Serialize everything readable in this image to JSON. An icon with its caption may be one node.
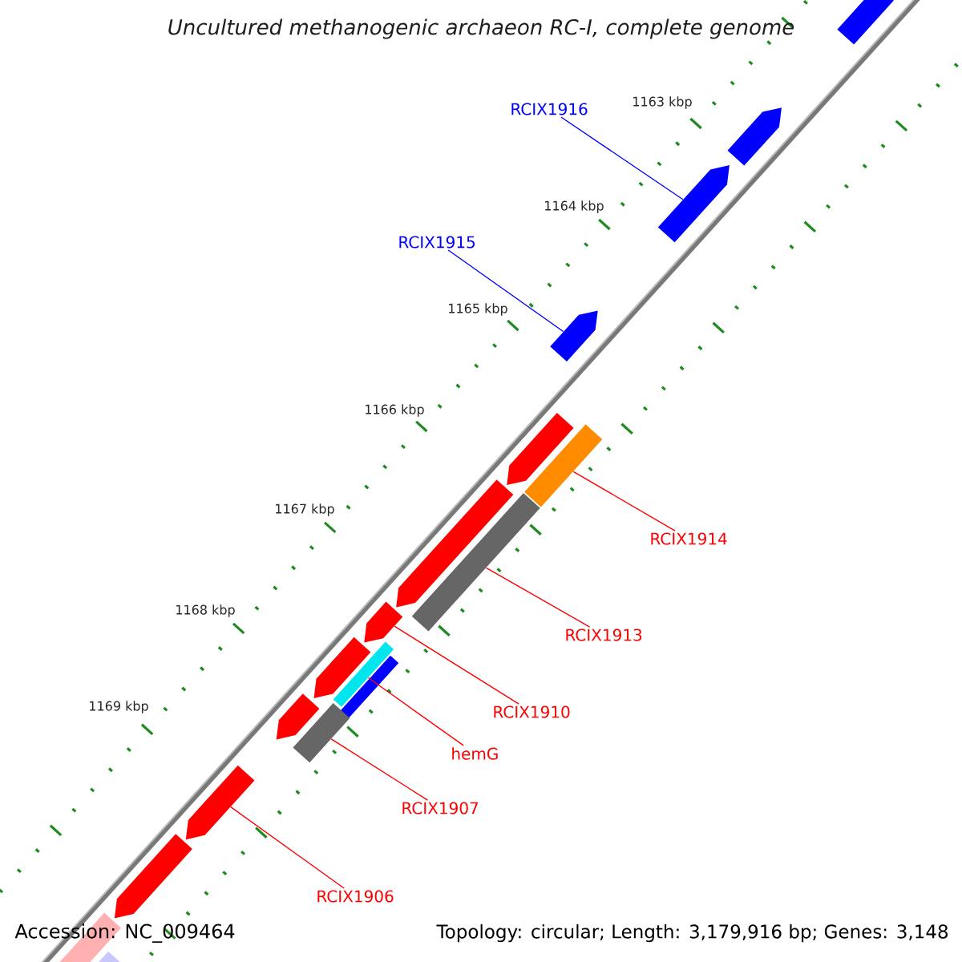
{
  "diagram": {
    "title": "Uncultured methanogenic archaeon RC-I, complete genome",
    "nodes": [
      {
        "text": [],
        "shape": "pentagon"
      },
      {
        "text": [
          "RCIX1916"
        ]
      },
      {
        "text": [],
        "shape": "pentagon"
      },
      {
        "text": [],
        "shape": "pentagon"
      },
      {
        "text": [
          "RCIX1915"
        ]
      },
      {
        "text": [],
        "shape": "pentagon"
      },
      {
        "text": [],
        "shape": "pentagon"
      },
      {
        "text": [],
        "shape": "bar"
      },
      {
        "text": [],
        "shape": "pentagon"
      },
      {
        "text": [],
        "shape": "bar"
      },
      {
        "text": [
          "RCIX1914"
        ]
      },
      {
        "text": [],
        "shape": "pentagon"
      },
      {
        "text": [
          "RCIX1913"
        ]
      },
      {
        "text": [],
        "shape": "pentagon"
      },
      {
        "text": [],
        "shape": "bar"
      },
      {
        "text": [],
        "shape": "bar"
      },
      {
        "text": [
          "RCIX1910"
        ]
      },
      {
        "text": [],
        "shape": "pentagon"
      },
      {
        "text": [],
        "shape": "bar"
      },
      {
        "text": [
          "hemG"
        ]
      },
      {
        "text": [
          "RCIX1907"
        ]
      },
      {
        "text": [],
        "shape": "pentagon"
      },
      {
        "text": [
          "RCIX1906"
        ]
      },
      {
        "text": [],
        "shape": "pentagon"
      },
      {
        "text": [],
        "shape": "pentagon"
      },
      {
        "text": [],
        "shape": "bar"
      }
    ],
    "edges": [
      {
        "from": 1,
        "to": 3,
        "arrow": "none",
        "color": "#0000ff"
      },
      {
        "from": 4,
        "to": 5,
        "arrow": "none",
        "color": "#0000ff"
      },
      {
        "from": 10,
        "to": 7,
        "arrow": "none"
      },
      {
        "from": 12,
        "to": 9,
        "arrow": "none"
      },
      {
        "from": 16,
        "to": 11,
        "arrow": "none"
      },
      {
        "from": 19,
        "to": 14,
        "arrow": "none"
      },
      {
        "from": 20,
        "to": 18,
        "arrow": "none"
      },
      {
        "from": 22,
        "to": 21,
        "arrow": "none"
      }
    ],
    "labels": [
      "1163 kbp",
      "1164 kbp",
      "1165 kbp",
      "1166 kbp",
      "1167 kbp",
      "1168 kbp",
      "1169 kbp",
      "Accession: NC_009464",
      "Topology: circular; Length: 3,179,916 bp; Genes: 3,148"
    ]
  }
}
